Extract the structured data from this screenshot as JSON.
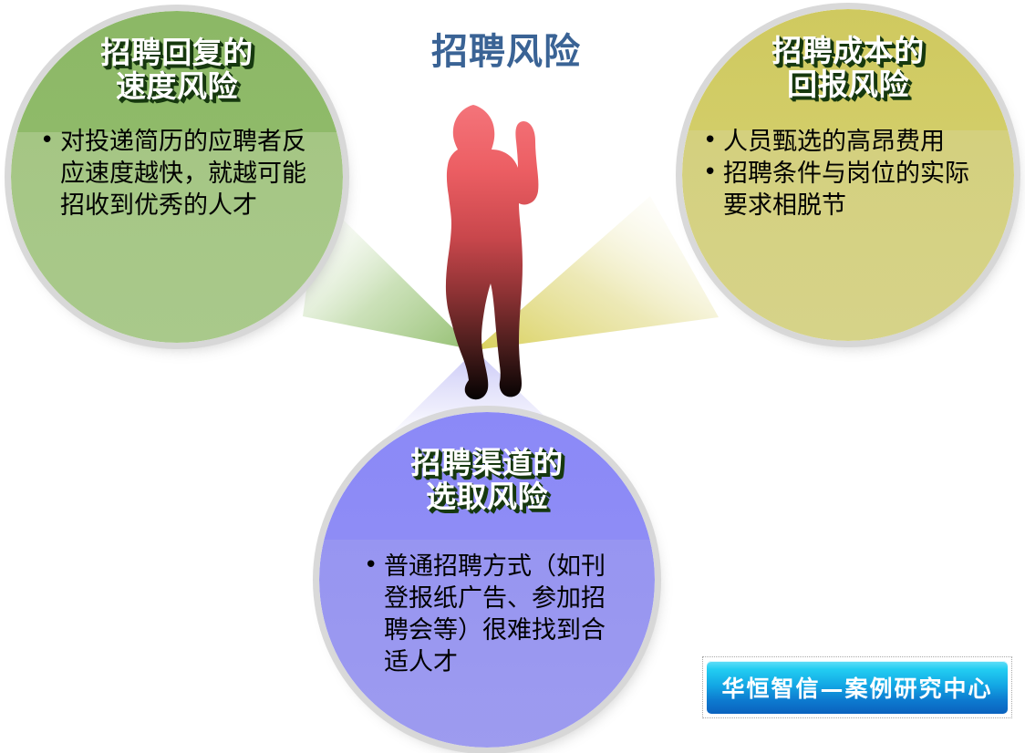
{
  "page": {
    "title": "招聘风险",
    "title_color": "#3a6395",
    "background": "#ffffff"
  },
  "center_figure": {
    "icon": "person-thumbs-up-silhouette",
    "gradient_top_color": "#f0656a",
    "gradient_bottom_color": "#000000"
  },
  "rays": [
    {
      "name": "ray-green",
      "direction": "up-left",
      "color": "#8cba67"
    },
    {
      "name": "ray-yellow",
      "direction": "up-right",
      "color": "#d6cf6a"
    },
    {
      "name": "ray-purple",
      "direction": "down",
      "color": "#9a97f0"
    }
  ],
  "bubbles": [
    {
      "id": "green",
      "position": "left",
      "title": "招聘回复的\n速度风险",
      "fill_top": "#8cb866",
      "fill_bottom": "#a9c98b",
      "bullets": [
        "对投递简历的应聘者反应速度越快，就越可能招收到优秀的人才"
      ]
    },
    {
      "id": "yellow",
      "position": "right",
      "title": "招聘成本的\n回报风险",
      "fill_top": "#cfc95f",
      "fill_bottom": "#d6d389",
      "bullets": [
        "人员甄选的高昂费用",
        "招聘条件与岗位的实际要求相脱节"
      ]
    },
    {
      "id": "purple",
      "position": "bottom",
      "title": "招聘渠道的\n选取风险",
      "fill_top": "#8b89f7",
      "fill_bottom": "#9d9bef",
      "bullets": [
        "普通招聘方式（如刊登报纸广告、参加招聘会等）很难找到合适人才"
      ]
    }
  ],
  "footer": {
    "text": "华恒智信—案例研究中心",
    "bar_color_top": "#63dff8",
    "bar_color_bottom": "#0a62be",
    "text_color": "#ffffff"
  }
}
